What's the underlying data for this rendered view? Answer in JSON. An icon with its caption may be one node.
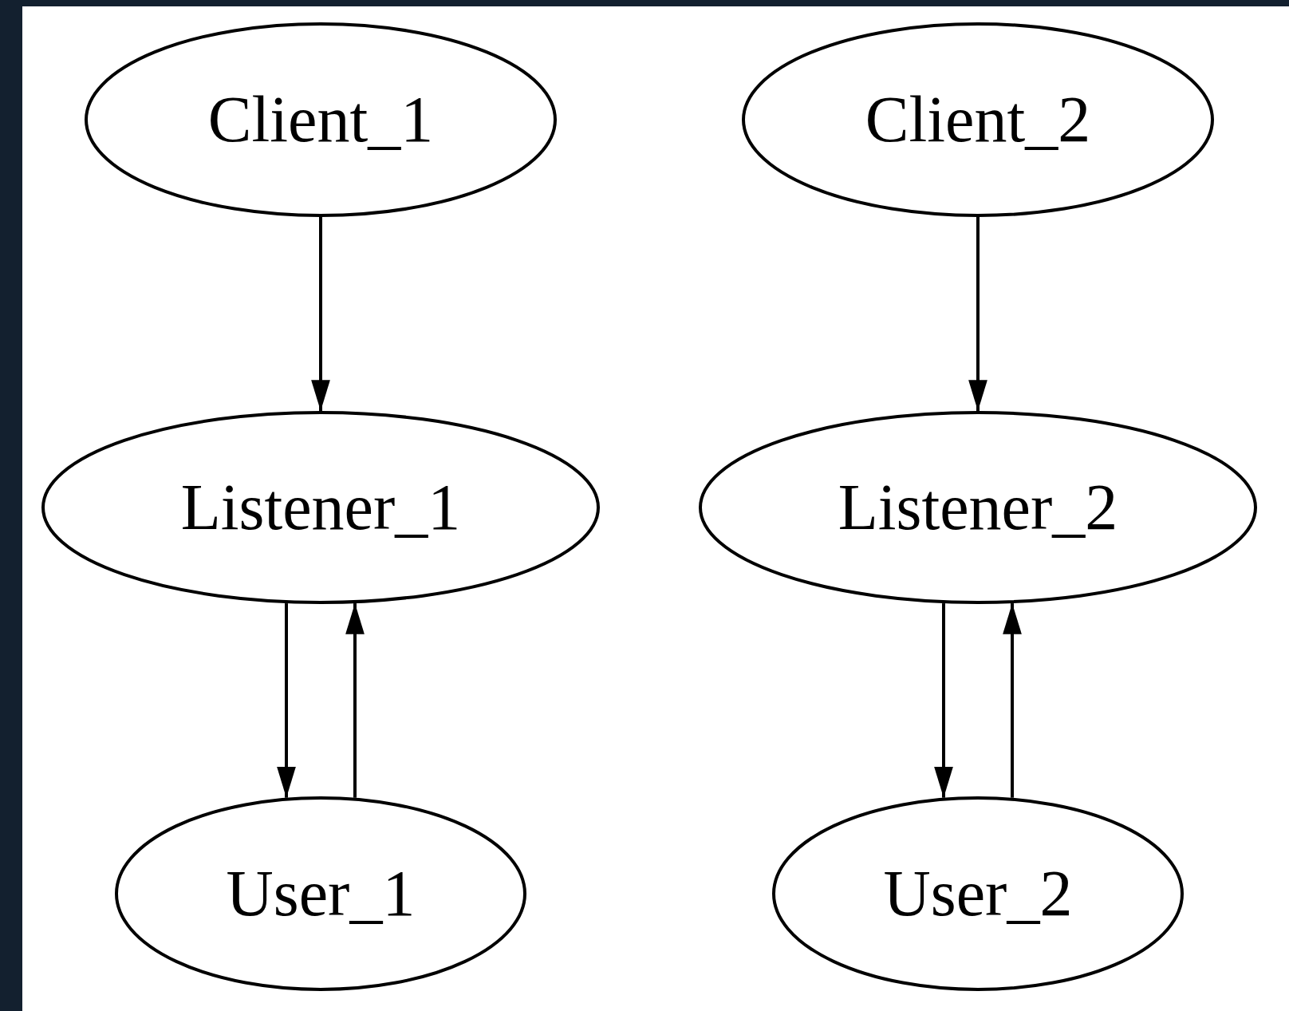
{
  "diagram": {
    "nodes": [
      {
        "text": [
          "Client_1"
        ]
      },
      {
        "text": [
          "Client_2"
        ]
      },
      {
        "text": [
          "Listener_1"
        ]
      },
      {
        "text": [
          "Listener_2"
        ]
      },
      {
        "text": [
          "User_1"
        ]
      },
      {
        "text": [
          "User_2"
        ]
      }
    ],
    "edges": [
      {
        "from": 0,
        "to": 2,
        "arrow": "to"
      },
      {
        "from": 2,
        "to": 4,
        "arrow": "to"
      },
      {
        "from": 4,
        "to": 2,
        "arrow": "to"
      },
      {
        "from": 1,
        "to": 3,
        "arrow": "to"
      },
      {
        "from": 3,
        "to": 5,
        "arrow": "to"
      },
      {
        "from": 5,
        "to": 3,
        "arrow": "to"
      }
    ]
  }
}
